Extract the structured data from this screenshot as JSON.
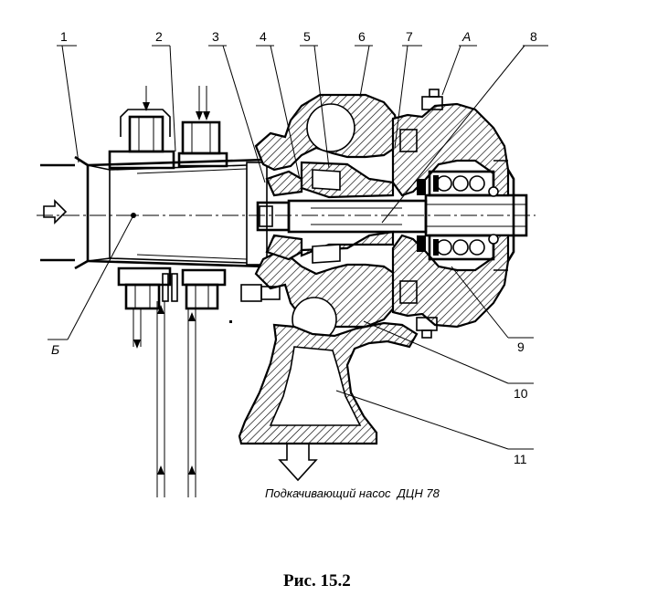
{
  "callouts": [
    {
      "id": "1",
      "text": "1"
    },
    {
      "id": "2",
      "text": "2"
    },
    {
      "id": "3",
      "text": "3"
    },
    {
      "id": "4",
      "text": "4"
    },
    {
      "id": "5",
      "text": "5"
    },
    {
      "id": "6",
      "text": "6"
    },
    {
      "id": "7",
      "text": "7"
    },
    {
      "id": "A",
      "text": "А"
    },
    {
      "id": "8",
      "text": "8"
    },
    {
      "id": "9",
      "text": "9"
    },
    {
      "id": "10",
      "text": "10"
    },
    {
      "id": "11",
      "text": "11"
    },
    {
      "id": "B",
      "text": "Б"
    }
  ],
  "outlet_note": "Подкачивающий насос  ДЦН 78",
  "figure_caption": "Рис. 15.2"
}
